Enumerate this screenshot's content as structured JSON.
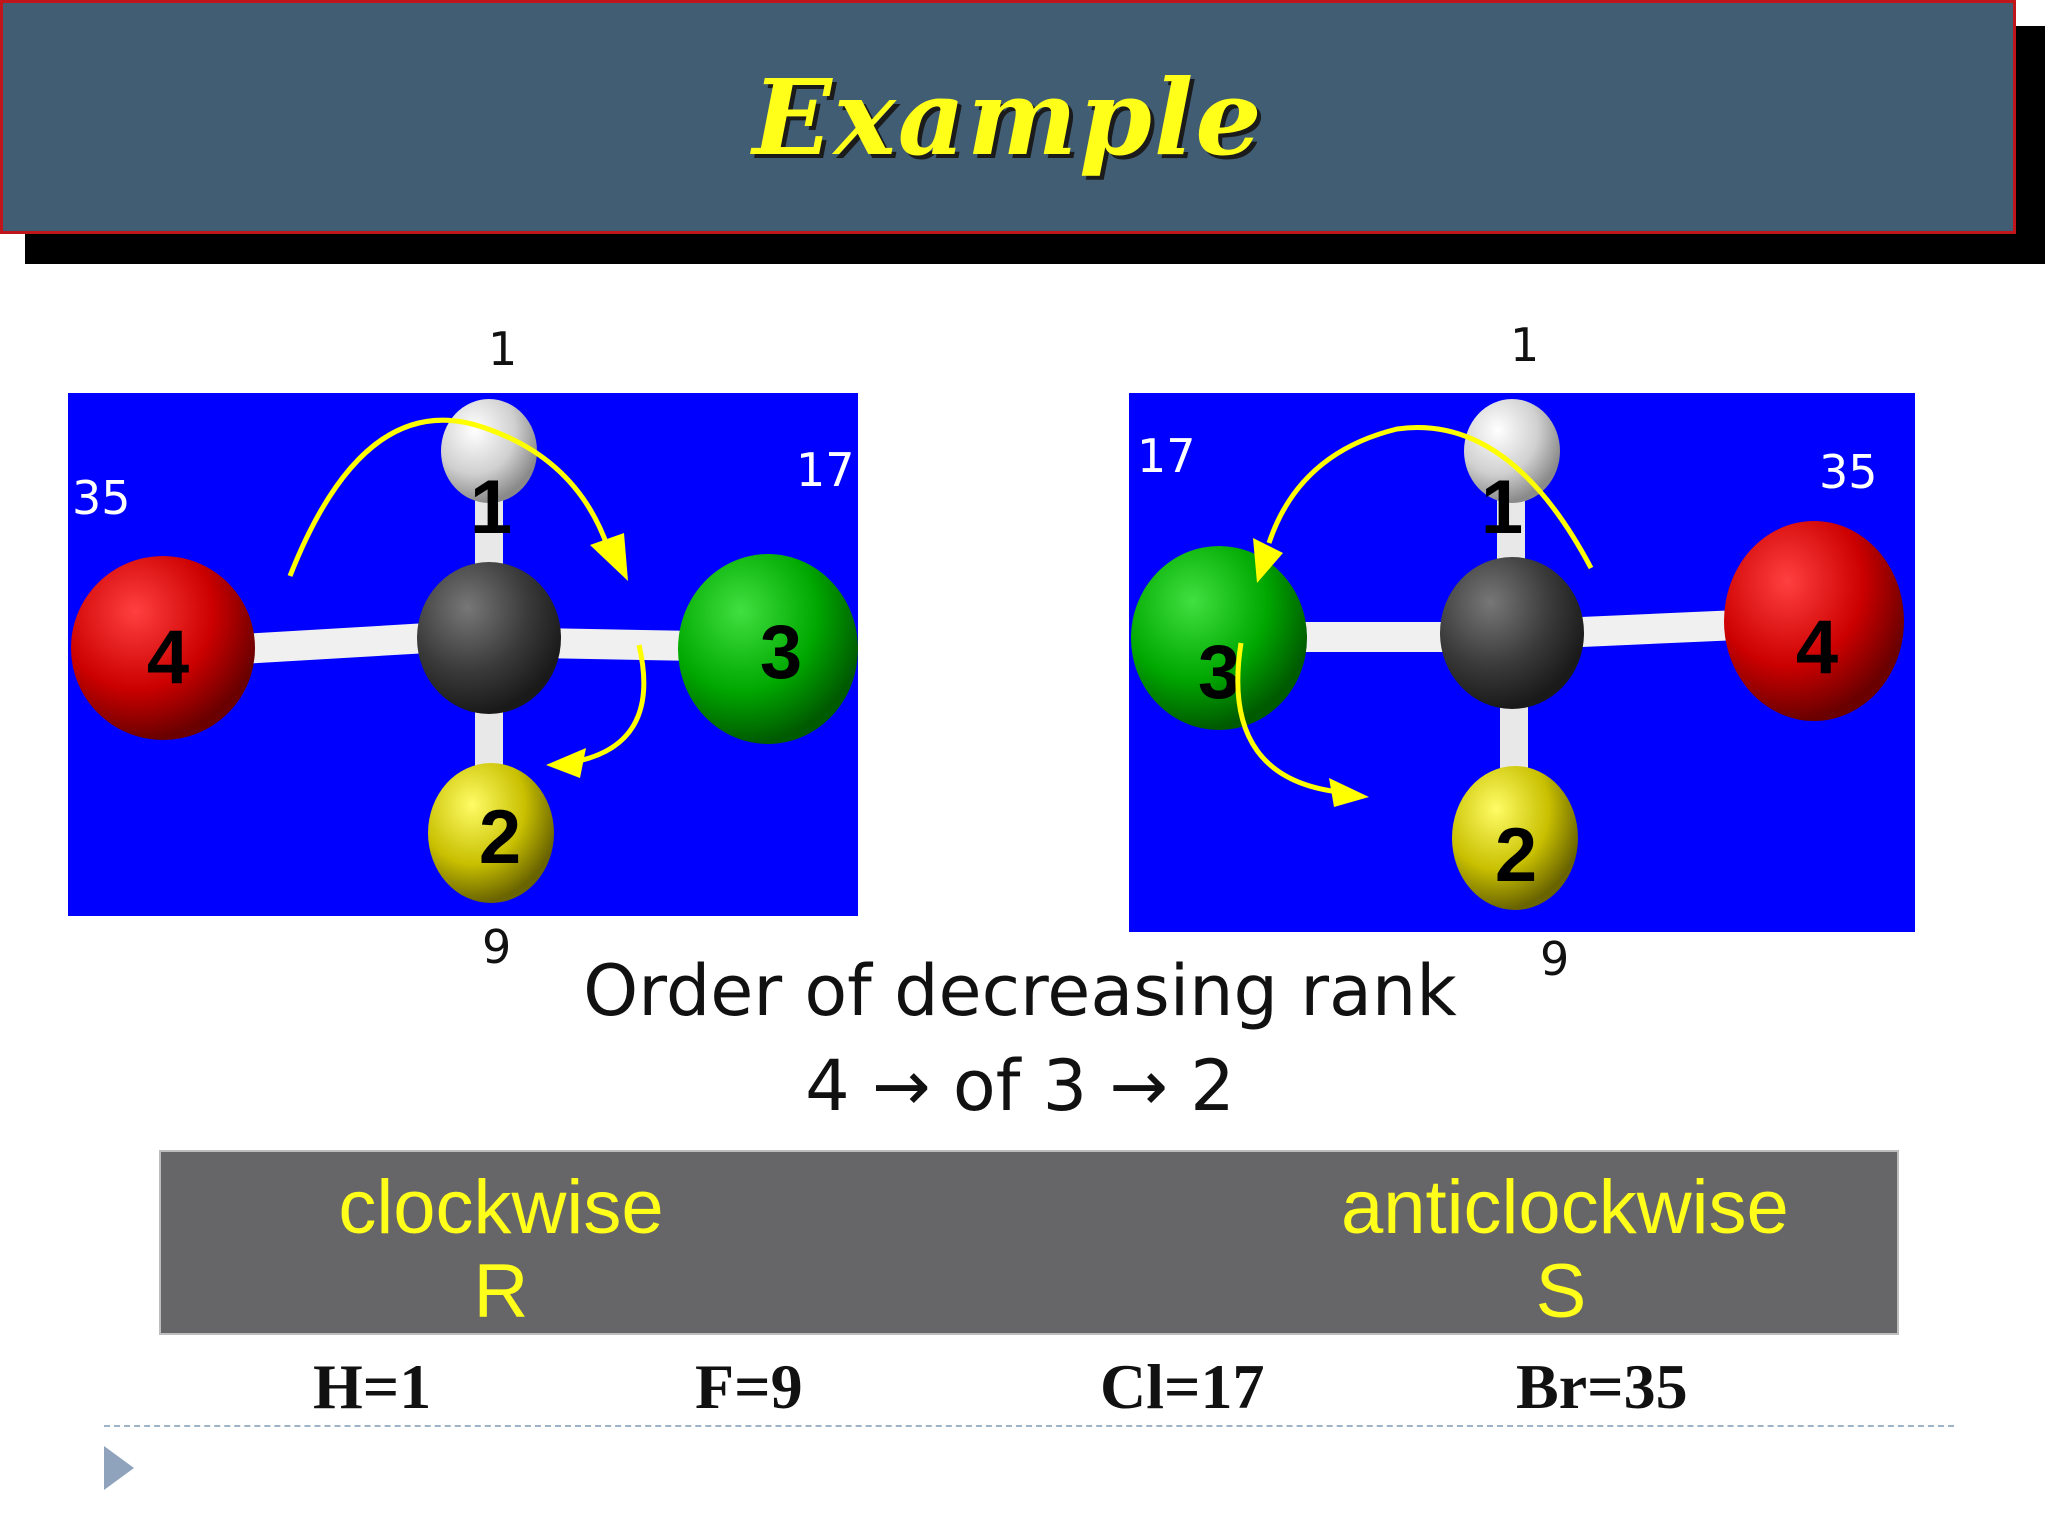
{
  "slide": {
    "title": "Example"
  },
  "left_model": {
    "top_label": "1",
    "left_label": "35",
    "right_label": "17",
    "bottom_label": "9",
    "atoms": {
      "top": "1",
      "left": "4",
      "right": "3",
      "bottom": "2"
    }
  },
  "right_model": {
    "top_label": "1",
    "left_label": "17",
    "right_label": "35",
    "bottom_label": "9",
    "atoms": {
      "top": "1",
      "left": "3",
      "right": "4",
      "bottom": "2"
    }
  },
  "rank": {
    "title": "Order of decreasing rank",
    "order": "4 → of 3 → 2"
  },
  "result": {
    "left_direction": "clockwise",
    "left_config": "R",
    "right_direction": "anticlockwise",
    "right_config": "S"
  },
  "elements": [
    "H=1",
    "F=9",
    "Cl=17",
    "Br=35"
  ],
  "colors": {
    "title_bar": "#405d74",
    "title_text": "#ffff1a",
    "panel_background": "#0000ff",
    "result_box": "#666567",
    "hydrogen": "#d8d8d8",
    "carbon": "#3a3a3a",
    "bromine": "#cc0000",
    "chlorine": "#00a800",
    "fluorine": "#c8c000",
    "arrow": "#ffff00"
  }
}
